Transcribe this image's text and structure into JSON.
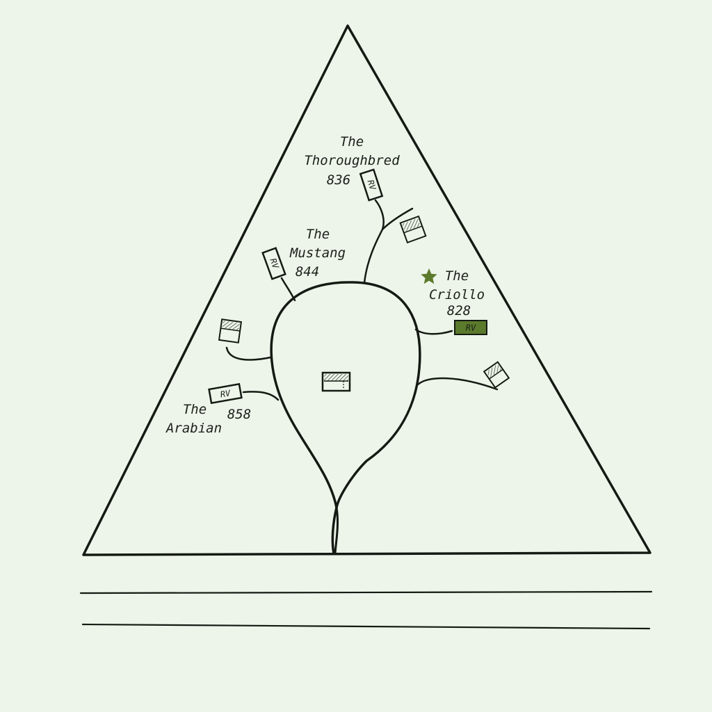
{
  "map": {
    "colors": {
      "background": "#edf4ea",
      "ink": "#141a13",
      "highlight": "#5b7a2b"
    },
    "sites": {
      "thoroughbred": {
        "name_line1": "The",
        "name_line2": "Thoroughbred",
        "number": "836",
        "rv_label": "RV"
      },
      "mustang": {
        "name_line1": "The",
        "name_line2": "Mustang",
        "number": "844",
        "rv_label": "RV"
      },
      "criollo": {
        "name_line1": "The",
        "name_line2": "Criollo",
        "number": "828",
        "rv_label": "RV",
        "highlighted": true
      },
      "arabian": {
        "name_line1": "The",
        "name_line2": "Arabian",
        "number": "858",
        "rv_label": "RV"
      }
    },
    "markers": {
      "star_icon": "star-icon"
    }
  }
}
